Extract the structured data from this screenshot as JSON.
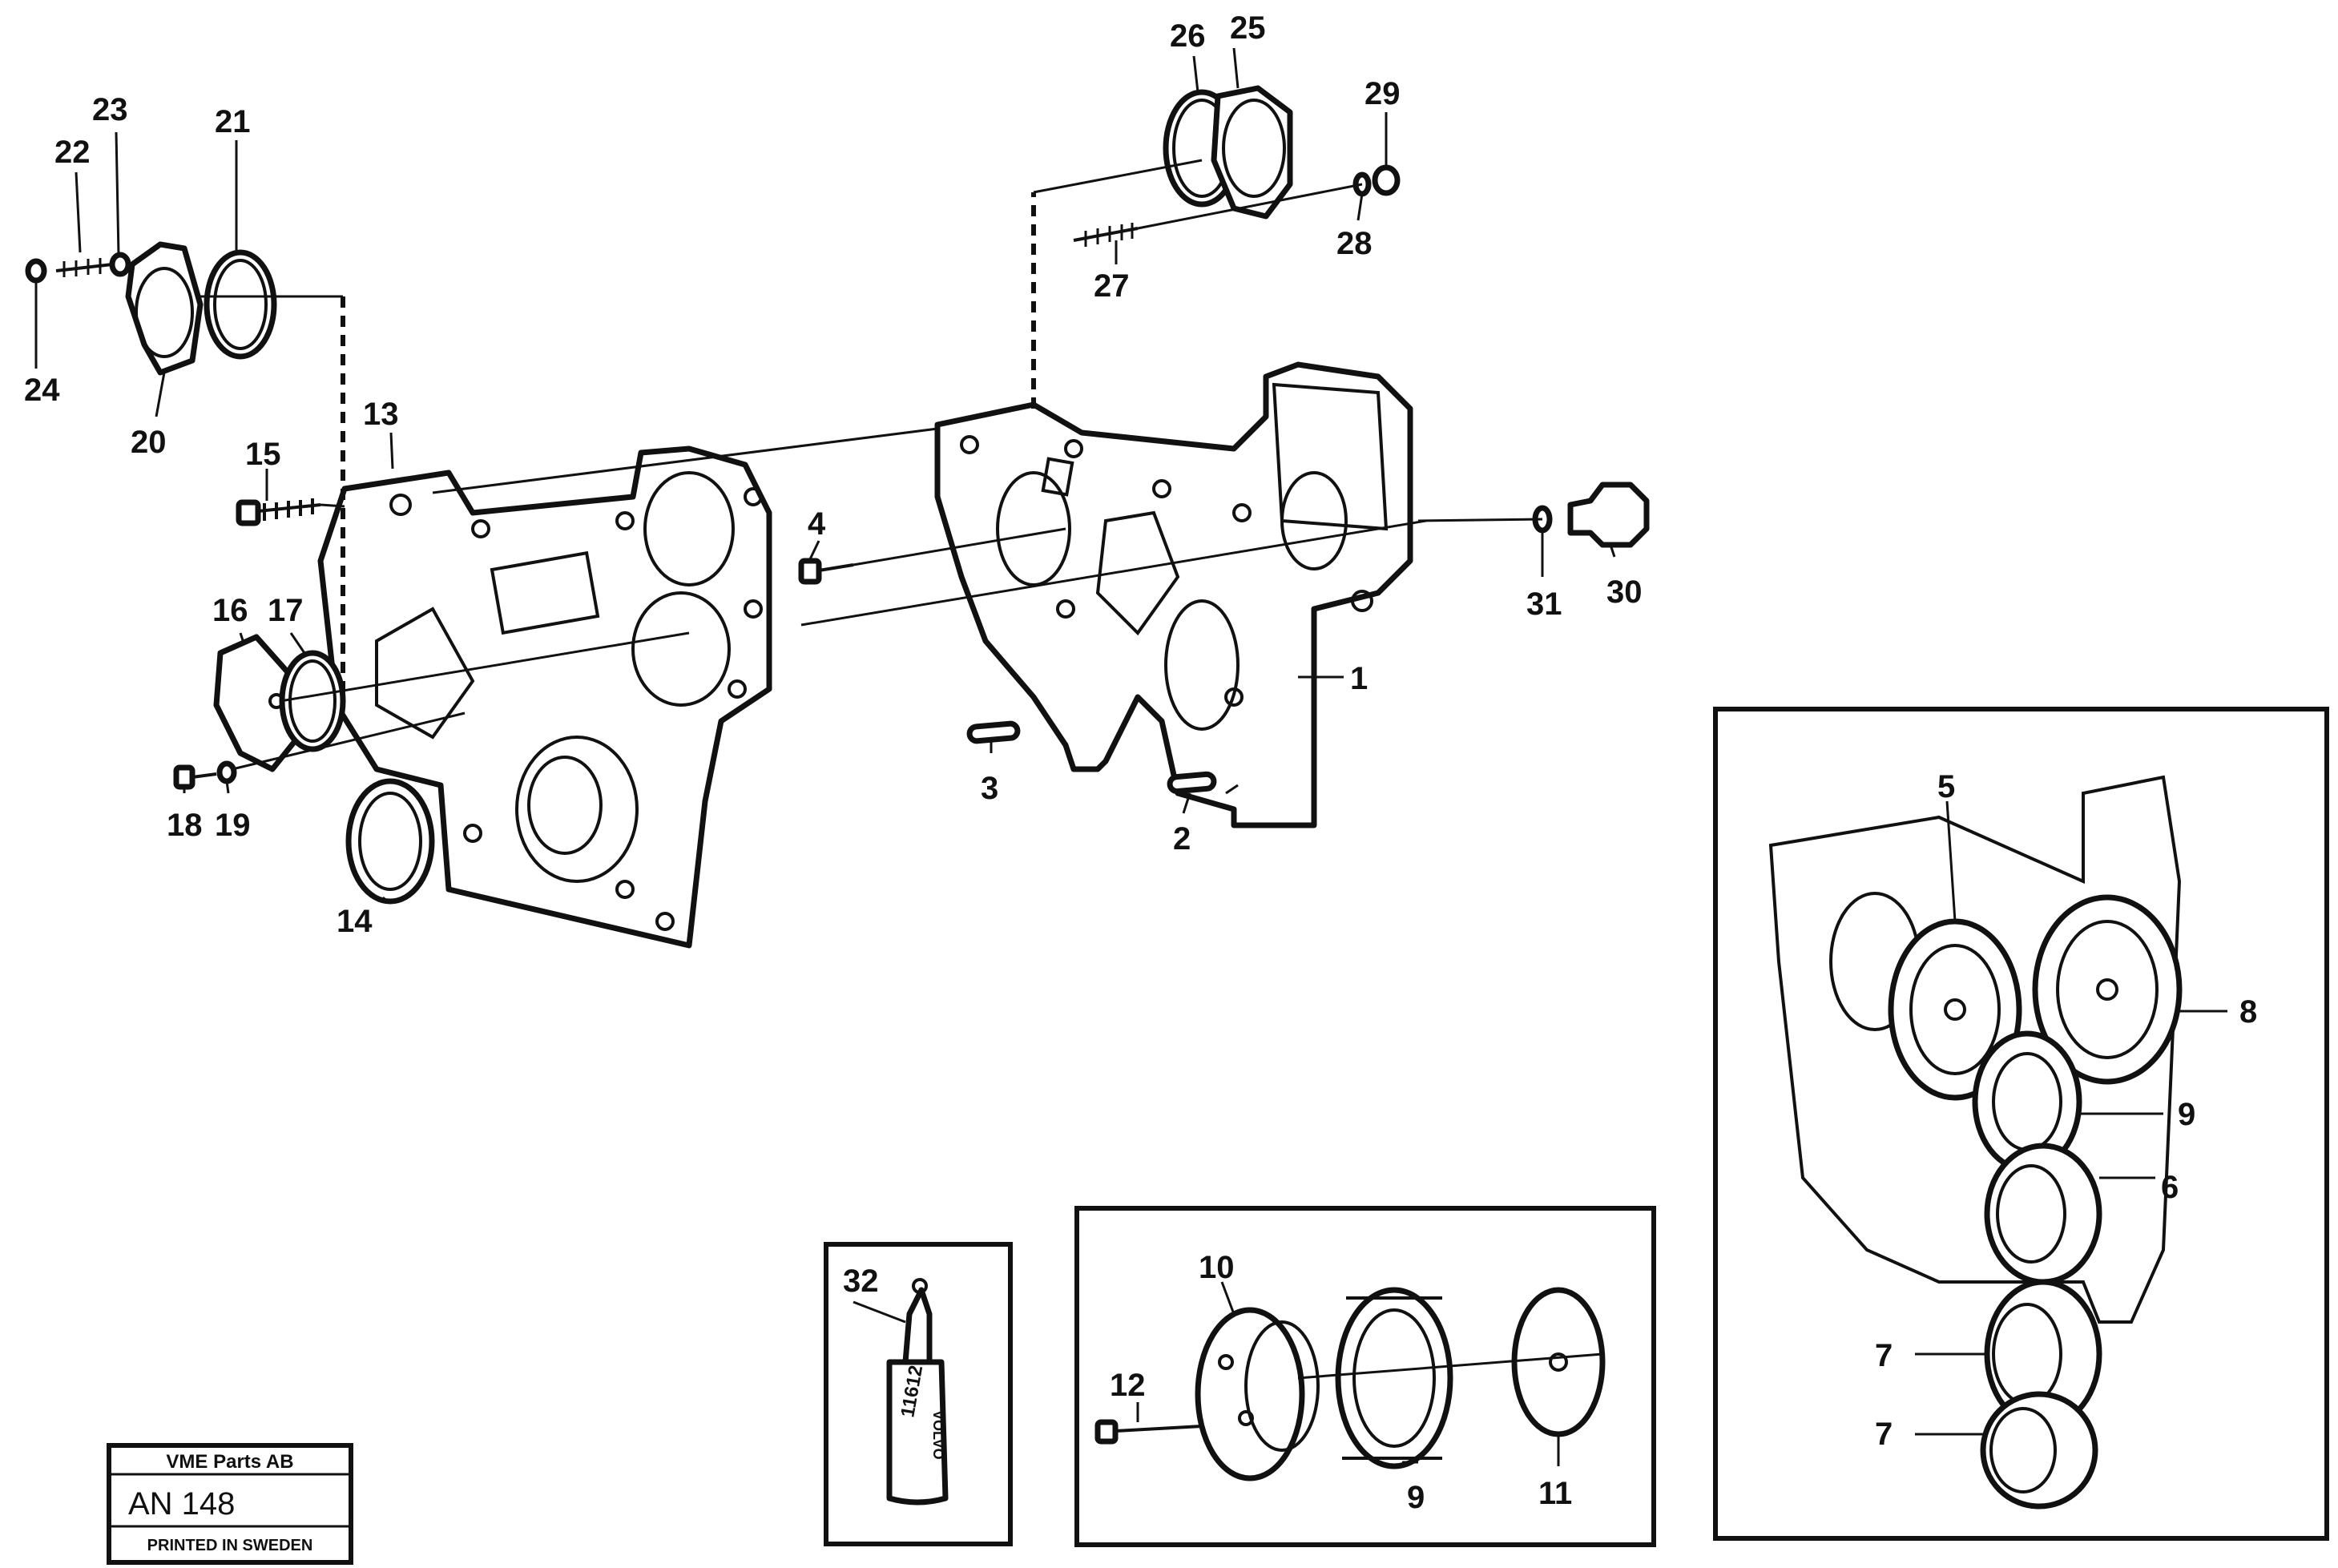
{
  "callouts": {
    "c1": "1",
    "c2": "2",
    "c3": "3",
    "c4": "4",
    "c5": "5",
    "c6": "6",
    "c7a": "7",
    "c7b": "7",
    "c8": "8",
    "c9a": "9",
    "c9b": "9",
    "c10": "10",
    "c11": "11",
    "c12": "12",
    "c13": "13",
    "c14": "14",
    "c15": "15",
    "c16": "16",
    "c17": "17",
    "c18": "18",
    "c19": "19",
    "c20": "20",
    "c21": "21",
    "c22": "22",
    "c23": "23",
    "c24": "24",
    "c25": "25",
    "c26": "26",
    "c27": "27",
    "c28": "28",
    "c29": "29",
    "c30": "30",
    "c31": "31",
    "c32": "32"
  },
  "bottle": {
    "brand": "VOLVO",
    "code": "11612"
  },
  "title_block": {
    "company": "VME Parts AB",
    "drawing_no": "AN 148",
    "printed": "PRINTED IN SWEDEN"
  }
}
